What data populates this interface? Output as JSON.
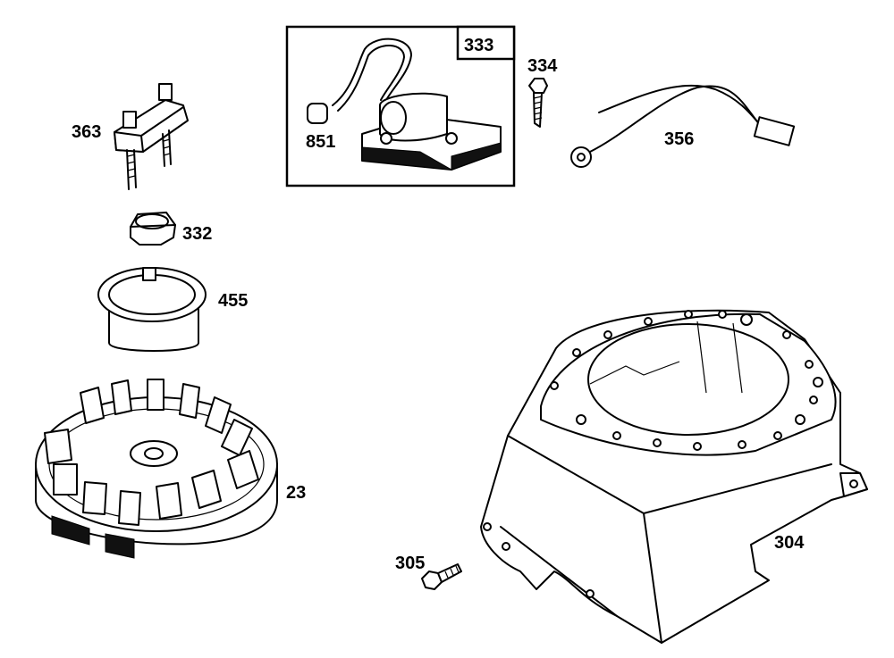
{
  "parts": [
    {
      "id": "part-363",
      "number": "363"
    },
    {
      "id": "part-333",
      "number": "333"
    },
    {
      "id": "part-851",
      "number": "851"
    },
    {
      "id": "part-334",
      "number": "334"
    },
    {
      "id": "part-356",
      "number": "356"
    },
    {
      "id": "part-332",
      "number": "332"
    },
    {
      "id": "part-455",
      "number": "455"
    },
    {
      "id": "part-23",
      "number": "23"
    },
    {
      "id": "part-305",
      "number": "305"
    },
    {
      "id": "part-304",
      "number": "304"
    }
  ]
}
